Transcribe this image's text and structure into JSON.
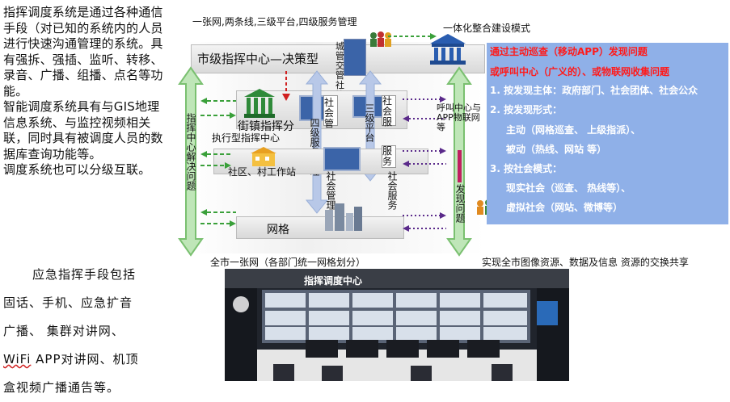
{
  "left_text": {
    "para1": "指挥调度系统是通过各种通信手段（对已知的系统内的人员进行快速沟通管理的系统。具有强拆、强插、监听、转移、录音、广播、组播、点名等功能。",
    "para2": "智能调度系统具有与GIS地理信息系统、与监控视频相关联，同时具有被调度人员的数据库查询功能等。",
    "para3": "调度系统也可以分级互联。",
    "para4_line1": "应急指挥手段包括",
    "para4_line2": "固话、手机、应急扩音",
    "para4_line3": "广播、 集群对讲网、",
    "para4_line4a": "WiFi",
    "para4_line4b": " APP对讲网、机顶",
    "para4_line5": "盒视频广播通告等。"
  },
  "diagram": {
    "top_caption": "一张网,两条线,三级平台,四级服务管理",
    "integration_mode": "一体化整合建设模式",
    "city_center": "市级指挥中心—决策型",
    "city_mgmt": "城管 交管 社管",
    "street_center": "街镇指挥分",
    "exec_center": "执行型指挥中心",
    "community": "社区、村工作站",
    "social_mgmt_1": "社会管",
    "social_service_1": "社会服",
    "social_service_2": "服务",
    "social_mgmt_2": "社会管理",
    "social_service_3": "社会服务",
    "three_level": "三级平台",
    "four_level": "四级服务管理",
    "call_center": "呼叫中心与APP物联网等",
    "grid": "网格",
    "left_arrow": "指挥中心解决问题",
    "right_arrow": "发现问题",
    "bottom_left_caption": "全市一张网（各部门统一网格划分）",
    "bottom_right_caption": "实现全市图像资源、数据及信息 资源的交换共享"
  },
  "info_box": {
    "line1": "通过主动巡查（移动APP）发现问题",
    "line2": "或呼叫中心（广义的）、或物联网收集问题",
    "line3": "1. 按发现主体：政府部门、社会团体、社会公众",
    "line4": "2. 按发现形式：",
    "line5": "主动（网格巡查、 上级指派）、",
    "line6": "被动（热线、网站 等）",
    "line7": "3. 按社会模式：",
    "line8": "现实社会（巡查、 热线等）、",
    "line9": "虚拟社会（网站、微博等）"
  },
  "photo": {
    "wall_sign": "指挥调度中心"
  },
  "colors": {
    "info_bg": "#8fb0e8",
    "info_red": "#ff1a1a",
    "arrow_green": "#3aa03a",
    "screen_blue": "#3b64a8"
  }
}
